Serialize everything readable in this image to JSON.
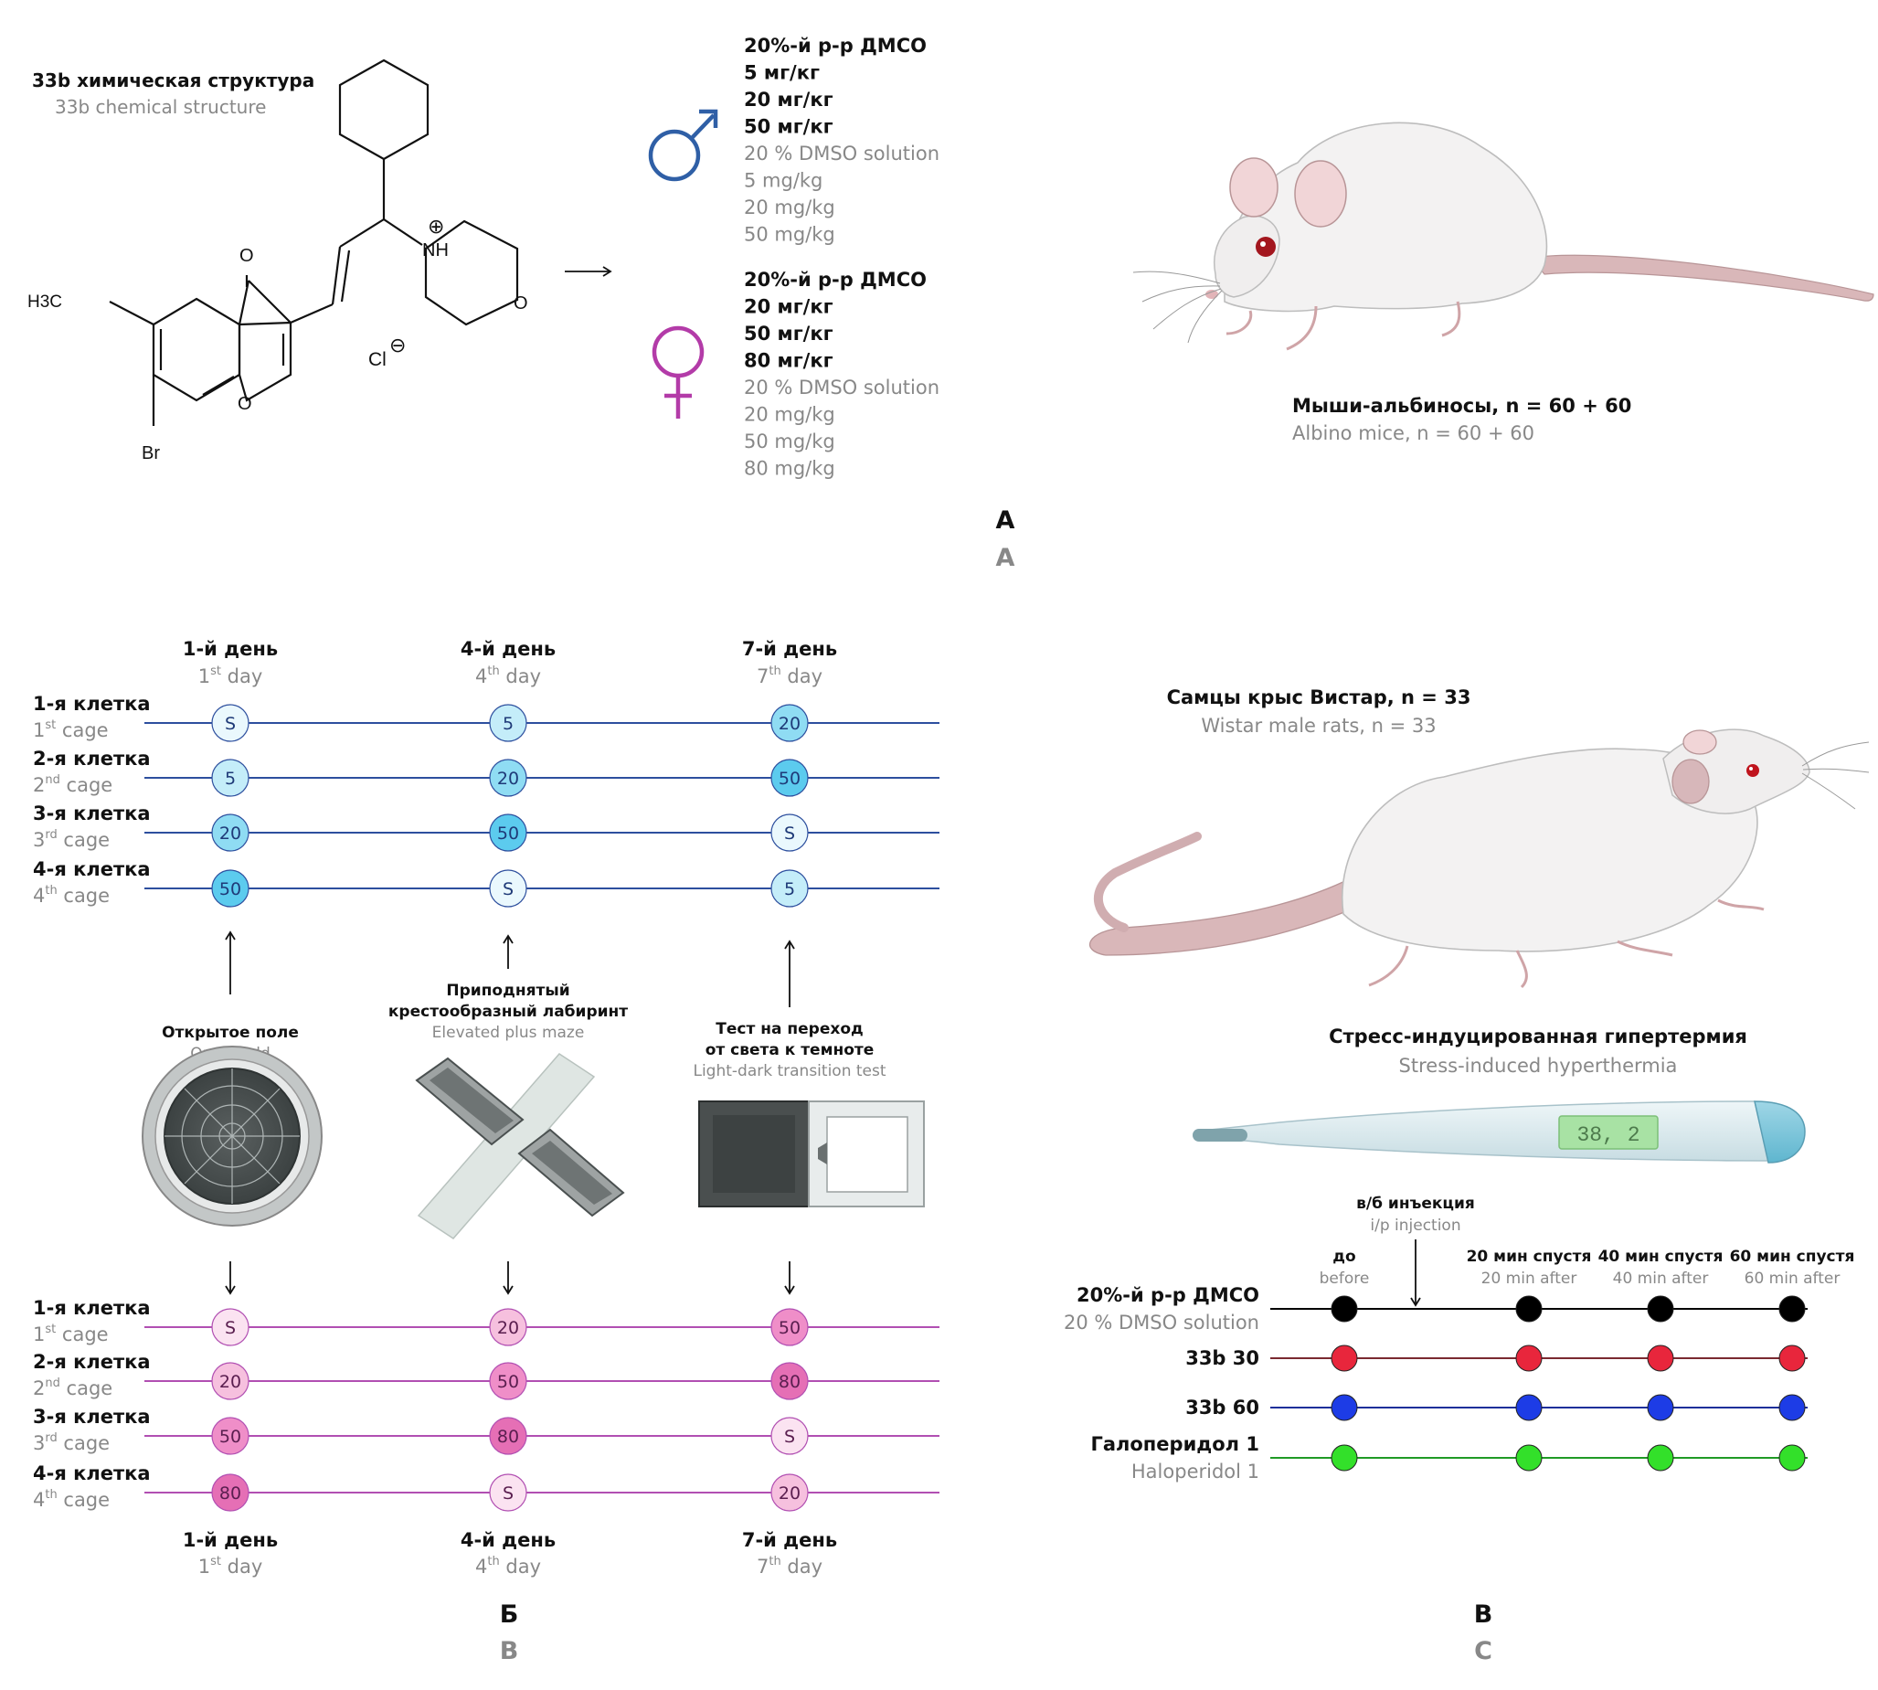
{
  "panel_a": {
    "structure_title_ru": "33b химическая структура",
    "structure_title_en": "33b chemical structure",
    "atoms": {
      "methyl": "H3C",
      "ketone_o": "O",
      "ring_o": "O",
      "bromine": "Br",
      "nh": "NH",
      "plus": "⊕",
      "morph_o": "O",
      "chloride": "Cl",
      "minus": "⊖"
    },
    "male": {
      "symbol": "♂",
      "lines_ru": [
        "20%-й р-р ДМСО",
        "5 мг/кг",
        "20 мг/кг",
        "50 мг/кг"
      ],
      "lines_en": [
        "20 % DMSO solution",
        "5 mg/kg",
        "20 mg/kg",
        "50 mg/kg"
      ]
    },
    "female": {
      "symbol": "♀",
      "lines_ru": [
        "20%-й р-р ДМСО",
        "20 мг/кг",
        "50 мг/кг",
        "80 мг/кг"
      ],
      "lines_en": [
        "20 % DMSO solution",
        "20 mg/kg",
        "50 mg/kg",
        "80 mg/kg"
      ]
    },
    "mice_ru": "Мыши-альбиносы, n = 60 + 60",
    "mice_en": "Albino mice, n = 60 + 60",
    "letter_ru": "А",
    "letter_en": "A"
  },
  "panel_b": {
    "days": [
      {
        "ru": "1-й день",
        "en_num": "1",
        "en_sup": "st",
        "en_word": "day"
      },
      {
        "ru": "4-й день",
        "en_num": "4",
        "en_sup": "th",
        "en_word": "day"
      },
      {
        "ru": "7-й день",
        "en_num": "7",
        "en_sup": "th",
        "en_word": "day"
      }
    ],
    "cages": [
      {
        "ru": "1-я клетка",
        "en_num": "1",
        "en_sup": "st",
        "en_word": "cage"
      },
      {
        "ru": "2-я клетка",
        "en_num": "2",
        "en_sup": "nd",
        "en_word": "cage"
      },
      {
        "ru": "3-я клетка",
        "en_num": "3",
        "en_sup": "rd",
        "en_word": "cage"
      },
      {
        "ru": "4-я клетка",
        "en_num": "4",
        "en_sup": "th",
        "en_word": "cage"
      }
    ],
    "male_schedule": [
      [
        "S",
        "5",
        "20"
      ],
      [
        "5",
        "20",
        "50"
      ],
      [
        "20",
        "50",
        "S"
      ],
      [
        "50",
        "S",
        "5"
      ]
    ],
    "female_schedule": [
      [
        "S",
        "20",
        "50"
      ],
      [
        "20",
        "50",
        "80"
      ],
      [
        "50",
        "80",
        "S"
      ],
      [
        "80",
        "S",
        "20"
      ]
    ],
    "tests": [
      {
        "ru": [
          "Открытое поле"
        ],
        "en": "Open field"
      },
      {
        "ru": [
          "Приподнятый",
          "крестообразный лабиринт"
        ],
        "en": "Elevated plus maze"
      },
      {
        "ru": [
          "Тест на переход",
          "от света к темноте"
        ],
        "en": "Light-dark transition test"
      }
    ],
    "male_dose_colors": {
      "S": "#eaf8fd",
      "5": "#c4edf9",
      "20": "#8fdcf3",
      "50": "#5ccbee"
    },
    "female_dose_colors": {
      "S": "#fbe3f1",
      "20": "#f6c0de",
      "50": "#ef8ec8",
      "80": "#e56fb5"
    },
    "male_line_color": "#2d4f9e",
    "female_line_color": "#b14fb2",
    "letter_ru": "Б",
    "letter_en": "B"
  },
  "panel_c": {
    "rats_ru": "Самцы крыс Вистар, n = 33",
    "rats_en": "Wistar male rats, n = 33",
    "test_ru": "Стресс-индуцированная гипертермия",
    "test_en": "Stress-induced hyperthermia",
    "thermometer_reading": "38, 2",
    "injection_ru": "в/б инъекция",
    "injection_en": "i/p injection",
    "timepoints": [
      {
        "ru": "до",
        "en": "before"
      },
      {
        "ru": "20 мин спустя",
        "en": "20 min after"
      },
      {
        "ru": "40 мин спустя",
        "en": "40 min after"
      },
      {
        "ru": "60 мин спустя",
        "en": "60 min after"
      }
    ],
    "groups": [
      {
        "ru": "20%-й р-р ДМСО",
        "en": "20 % DMSO solution",
        "color": "#000000",
        "line": "#000000"
      },
      {
        "ru": "33b 30",
        "en": "",
        "color": "#e8263c",
        "line": "#7a2a30"
      },
      {
        "ru": "33b 60",
        "en": "",
        "color": "#1d3ce6",
        "line": "#1d2f9a"
      },
      {
        "ru": "Галоперидол 1",
        "en": "Haloperidol 1",
        "color": "#33e02a",
        "line": "#1f9a25"
      }
    ],
    "letter_ru": "В",
    "letter_en": "C"
  }
}
